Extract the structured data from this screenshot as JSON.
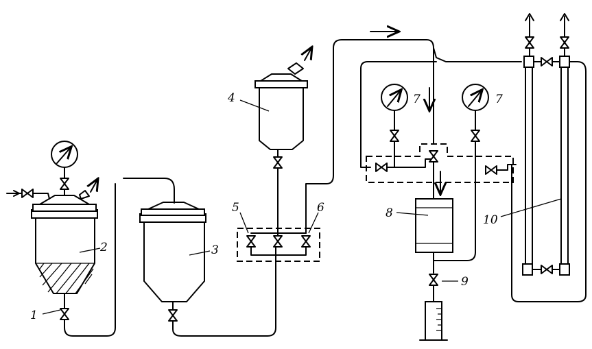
{
  "labels": {
    "n1": "1",
    "n2": "2",
    "n3": "3",
    "n4": "4",
    "n5": "5",
    "n6": "6",
    "n7a": "7",
    "n7b": "7",
    "n8": "8",
    "n9": "9",
    "n10": "10"
  },
  "icons": [
    "valve-icon",
    "pressure-gauge-icon",
    "flow-arrow-icon",
    "funnel-icon",
    "graduated-cylinder-icon"
  ]
}
